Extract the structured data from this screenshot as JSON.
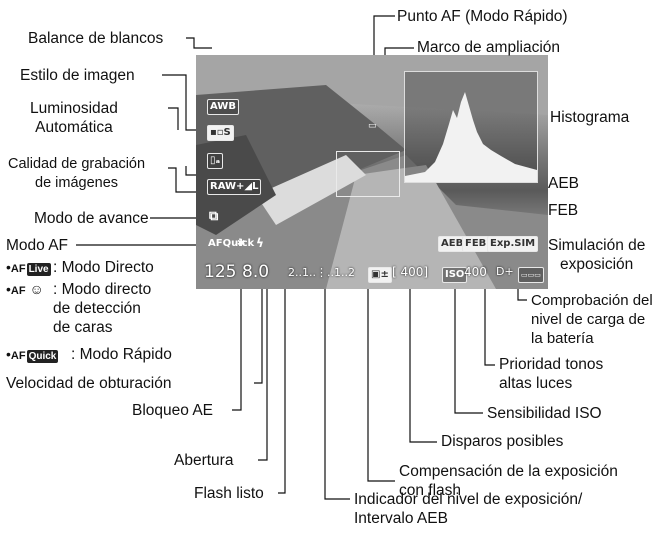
{
  "screen": {
    "histogram_label": "Histograma",
    "icons": {
      "wb": "AWB",
      "style": "▪▫S",
      "alo": "▯ₐ",
      "quality": "RAW+◢L",
      "drive": "⧉",
      "af_mode": "AFQuick",
      "ae_lock": "✱",
      "flash": "ϟ",
      "aeb": "AEB",
      "feb": "FEB",
      "expsim": "Exp.SIM",
      "battery": "▭▭▭",
      "highlight": "D+",
      "iso_icon": "ISO",
      "flash_comp": "▣±",
      "af_point_marker": "▭"
    },
    "shutter": "125",
    "aperture": "8.0",
    "exposure_scale": "2..1..⋮..1..2",
    "shots": "[ 400]",
    "iso": "400"
  },
  "labels": {
    "wb": "Balance de blancos",
    "style": "Estilo de imagen",
    "alo": "Luminosidad\nAutomática",
    "quality": "Calidad de grabación\nde imágenes",
    "drive": "Modo de avance",
    "af_mode": "Modo AF",
    "af_live_text": ": Modo Directo",
    "af_face_text": ": Modo directo\nde detección\nde caras",
    "af_quick_text": ": Modo Rápido",
    "shutter": "Velocidad de obturación",
    "ae_lock": "Bloqueo AE",
    "aperture": "Abertura",
    "flash": "Flash listo",
    "af_point": "Punto AF (Modo Rápido)",
    "magnify": "Marco de ampliación",
    "histogram": "Histograma",
    "aeb": "AEB",
    "feb": "FEB",
    "expsim": "Simulación de\nexposición",
    "battery": "Comprobación del\nnivel de carga de\nla batería",
    "highlight": "Prioridad tonos\naltas luces",
    "iso": "Sensibilidad ISO",
    "shots": "Disparos posibles",
    "flash_comp": "Compensación de la exposición\ncon flash",
    "exp_level": "Indicador del nivel de exposición/\nIntervalo AEB"
  },
  "bullets": {
    "dot": "•",
    "af_prefix": "AF",
    "live_badge": "Live",
    "face_glyph": "☺",
    "quick_badge": "Quick"
  }
}
